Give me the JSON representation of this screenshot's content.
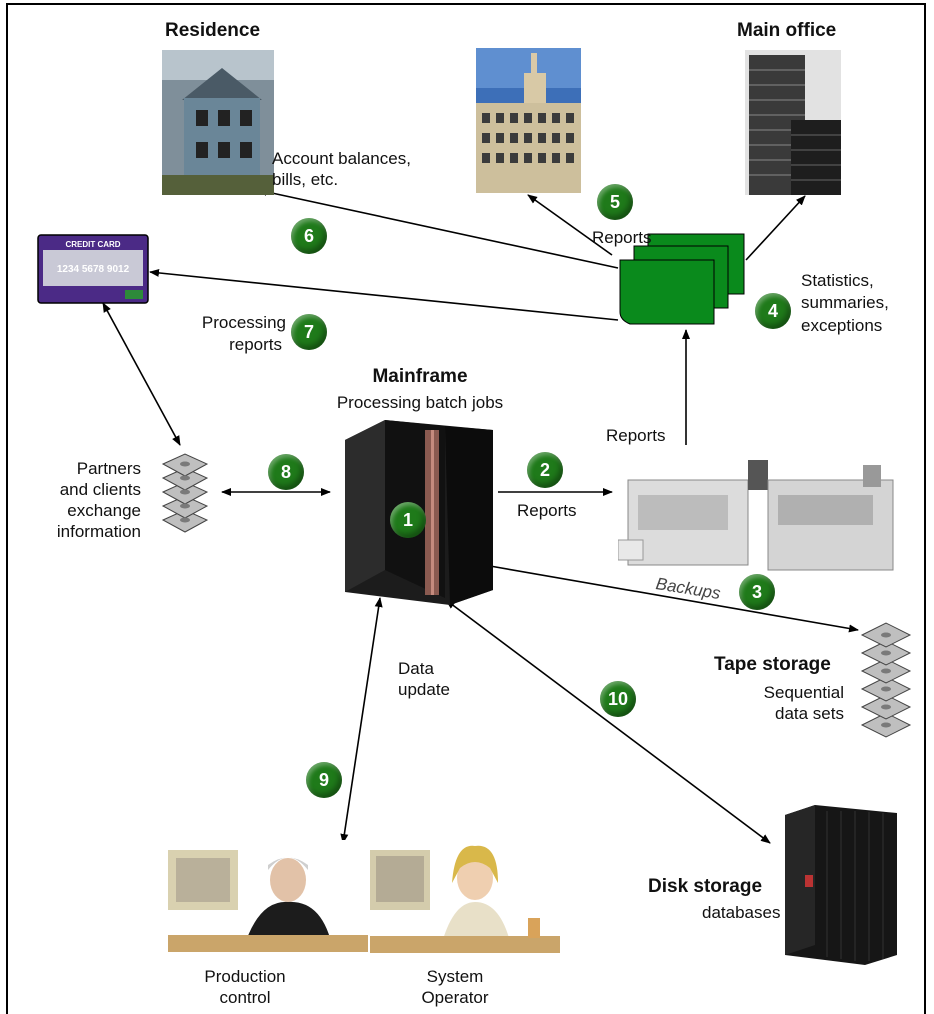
{
  "title": {
    "main": "Mainframe",
    "sub": "Processing batch jobs"
  },
  "nodes": {
    "residence": "Residence",
    "main_office": "Main office",
    "account_balances": [
      "Account balances,",
      "bills, etc."
    ],
    "reports_top": "Reports",
    "statistics": [
      "Statistics,",
      "summaries,",
      "exceptions"
    ],
    "processing_reports": [
      "Processing",
      "reports"
    ],
    "partners": [
      "Partners",
      "and clients",
      "exchange",
      "information"
    ],
    "reports_printer": "Reports",
    "reports_arrow": "Reports",
    "backups": "Backups",
    "tape_storage": "Tape storage",
    "tape_sub": [
      "Sequential",
      "data sets"
    ],
    "data_update": [
      "Data",
      "update"
    ],
    "disk_storage": "Disk storage",
    "disk_sub": "databases",
    "production_control": [
      "Production",
      "control"
    ],
    "system_operator": [
      "System",
      "Operator"
    ],
    "credit_card": {
      "header": "CREDIT CARD",
      "number": "1234  5678  9012"
    }
  },
  "badges": [
    "1",
    "2",
    "3",
    "4",
    "5",
    "6",
    "7",
    "8",
    "9",
    "10"
  ],
  "colors": {
    "badge_green": "#1f7a1a",
    "report_green": "#0a8a1c",
    "card_purple": "#4b2a86"
  }
}
